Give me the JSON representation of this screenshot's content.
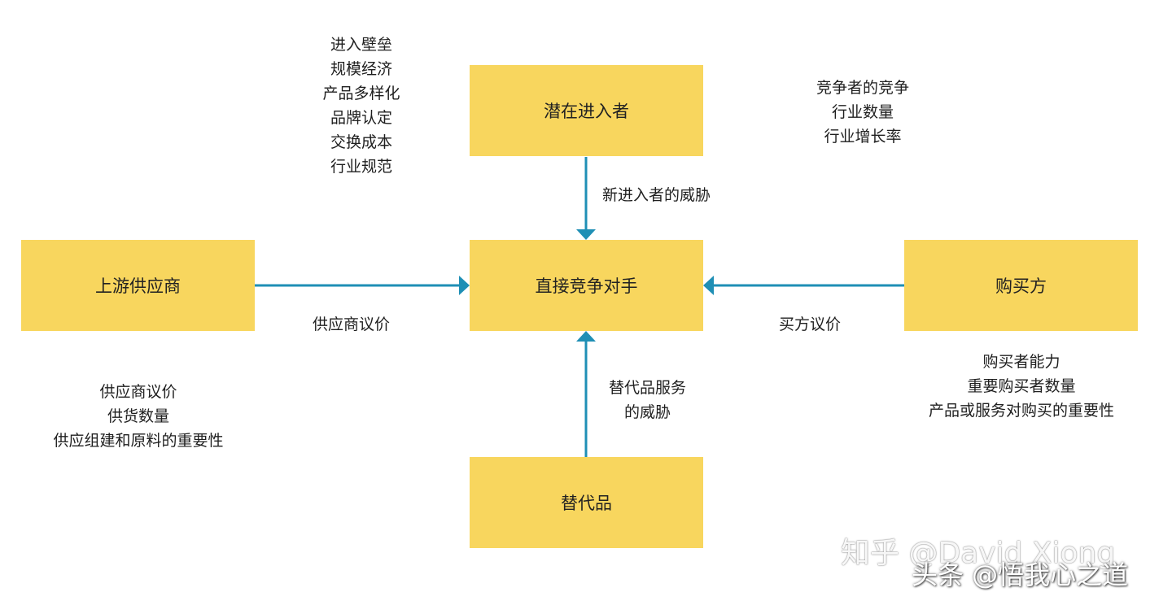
{
  "boxes": {
    "entrants": "潜在进入者",
    "competitors": "直接竞争对手",
    "substitutes": "替代品",
    "suppliers": "上游供应商",
    "buyers": "购买方"
  },
  "factors": {
    "entrants": [
      "进入壁垒",
      "规模经济",
      "产品多样化",
      "品牌认定",
      "交换成本",
      "行业规范"
    ],
    "competitors": [
      "竞争者的竞争",
      "行业数量",
      "行业增长率"
    ],
    "suppliers": [
      "供应商议价",
      "供货数量",
      "供应组建和原料的重要性"
    ],
    "buyers": [
      "购买者能力",
      "重要购买者数量",
      "产品或服务对购买的重要性"
    ]
  },
  "arrow_labels": {
    "entrant_threat": "新进入者的威胁",
    "supplier_bargain": "供应商议价",
    "buyer_bargain": "买方议价",
    "substitute_threat_line1": "替代品服务",
    "substitute_threat_line2": "的威胁"
  },
  "watermarks": {
    "zhihu": "知乎 @David Xiong",
    "toutiao": "头条 @悟我心之道"
  },
  "colors": {
    "box_fill": "#f8d65e",
    "arrow": "#1f8fb5"
  }
}
